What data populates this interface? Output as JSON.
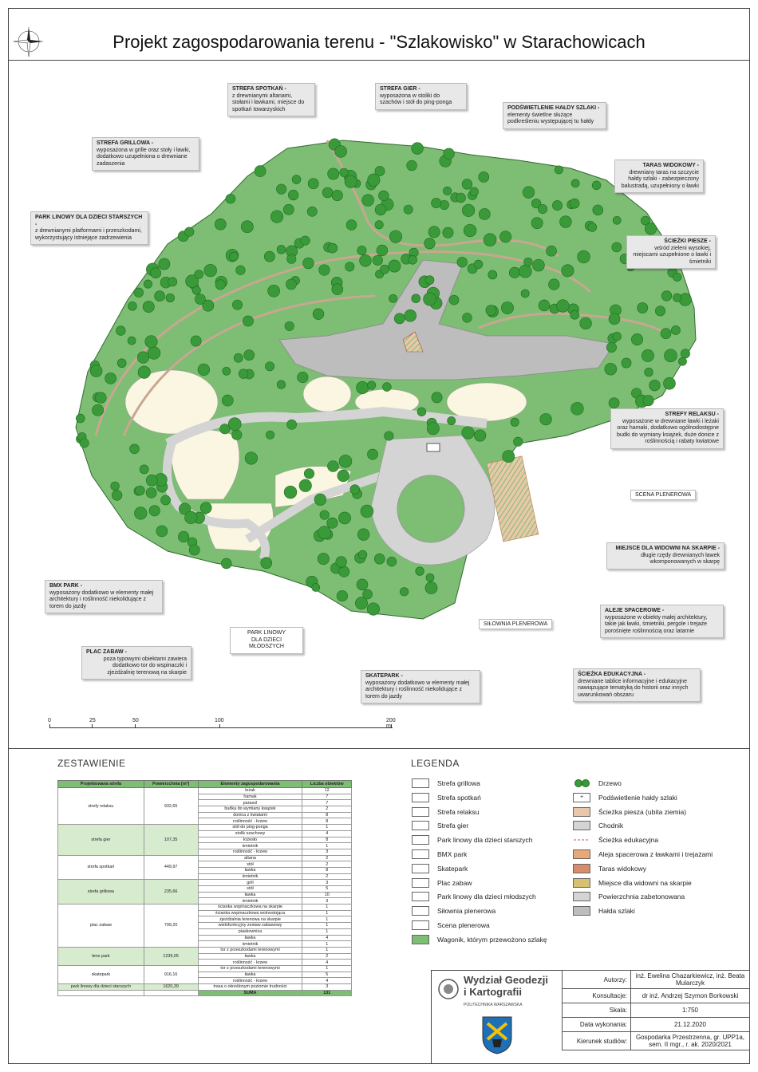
{
  "title": "Projekt zagospodarowania terenu - \"Szlakowisko\" w Starachowicach",
  "colors": {
    "green": "#7ebd74",
    "tree": "#3a9a3a",
    "tree_dark": "#1f6b1f",
    "cream": "#fbf6e2",
    "concrete": "#c8c8c8",
    "halda": "#bdbdbd",
    "path_red": "#d98c6b"
  },
  "callouts": [
    {
      "id": "strefa-spotkan",
      "title": "STREFA SPOTKAŃ -",
      "text": "z drewnianymi altanami, stołami i ławkami, miejsce do spotkań towarzyskich"
    },
    {
      "id": "strefa-gier",
      "title": "STREFA GIER -",
      "text": "wyposażona w stoliki do szachów i stół do ping-ponga"
    },
    {
      "id": "podswietlenie",
      "title": "PODŚWIETLENIE HAŁDY SZLAKI -",
      "text": "elementy świetlne służące podkreśleniu występującej tu hałdy"
    },
    {
      "id": "strefa-grillowa",
      "title": "STREFA GRILLOWA -",
      "text": "wyposażona w grille oraz stoły i ławki, dodatkowo uzupełniona o drewniane zadaszenia"
    },
    {
      "id": "taras",
      "title": "TARAS WIDOKOWY -",
      "text": "drewniany taras na szczycie hałdy szlaki - zabezpieczony balustradą, uzupełniony o ławki"
    },
    {
      "id": "park-linowy-starszych",
      "title": "PARK LINOWY DLA DZIECI STARSZYCH -",
      "text": "z drewnianymi platformami i przeszkodami, wykorzystujący istniejące zadrzewienia"
    },
    {
      "id": "sciezki-piesze",
      "title": "ŚCIEŻKI PIESZE -",
      "text": "wśród zieleni wysokiej, miejscami uzupełnione o ławki i śmietniki"
    },
    {
      "id": "strefy-relaksu",
      "title": "STREFY RELAKSU -",
      "text": "wyposażone w drewniane ławki i leżaki oraz hamaki, dodatkowo ogólnodostępne budki do wymiany książek, duże donice z roślinnością i rabaty kwiatowe"
    },
    {
      "id": "miejsce-widowni",
      "title": "MIEJSCE DLA WIDOWNI NA SKARPIE -",
      "text": "długie rzędy drewnianych ławek wkomponowanych w skarpę"
    },
    {
      "id": "bmx",
      "title": "BMX PARK -",
      "text": "wyposażony dodatkowo w elementy małej architektury i roślinność niekolidujące z torem do jazdy"
    },
    {
      "id": "aleje",
      "title": "ALEJE SPACEROWE -",
      "text": "wyposażone w obiekty małej architektury, takie jak ławki, śmietniki, pergole i trejaże porośnięte roślinnością oraz latarnie"
    },
    {
      "id": "plac-zabaw",
      "title": "PLAC ZABAW -",
      "text": "poza typowymi obiektami zawiera dodatkowo tor do wspinaczki i zjeżdżalnię terenową na skarpie"
    },
    {
      "id": "sciezka-edu",
      "title": "ŚCIEŻKA EDUKACYJNA -",
      "text": "drewniane tablice informacyjne i edukacyjne nawiązujące tematyką do historii oraz innych uwarunkowań obszaru"
    },
    {
      "id": "skatepark",
      "title": "SKATEPARK -",
      "text": "wyposażony dodatkowo w elementy małej architektury i roślinność niekolidujące z torem do jazdy"
    }
  ],
  "plain_labels": {
    "scena": "SCENA PLENEROWA",
    "silownia": "SIŁOWNIA PLENEROWA",
    "park_mlodszych_1": "PARK LINOWY",
    "park_mlodszych_2": "DLA DZIECI MŁODSZYCH"
  },
  "scale": {
    "ticks": [
      "0",
      "25",
      "50",
      "100",
      "200 m"
    ]
  },
  "zestawienie": {
    "title": "ZESTAWIENIE",
    "headers": [
      "Projektowana strefa",
      "Powierzchnia [m²]",
      "Elementy zagospodarowania",
      "Liczba obiektów"
    ],
    "zones": [
      {
        "name": "strefy relaksu",
        "area": "932,65",
        "green": false,
        "items": [
          [
            "leżak",
            "12"
          ],
          [
            "hamak",
            "7"
          ],
          [
            "parasol",
            "7"
          ],
          [
            "budka do wymiany książek",
            "2"
          ],
          [
            "donica z kwiatami",
            "8"
          ],
          [
            "roślinność - krzew",
            "8"
          ]
        ]
      },
      {
        "name": "strefa gier",
        "area": "107,35",
        "green": true,
        "items": [
          [
            "stół do ping-ponga",
            "1"
          ],
          [
            "stolik szachowy",
            "4"
          ],
          [
            "krzesło",
            "8"
          ],
          [
            "śmietnik",
            "1"
          ],
          [
            "roślinność - krzew",
            "3"
          ]
        ]
      },
      {
        "name": "strefa spotkań",
        "area": "449,97",
        "green": false,
        "items": [
          [
            "altana",
            "2"
          ],
          [
            "stół",
            "2"
          ],
          [
            "ławka",
            "8"
          ],
          [
            "śmietnik",
            "2"
          ]
        ]
      },
      {
        "name": "strefa grillowa",
        "area": "235,66",
        "green": true,
        "items": [
          [
            "grill",
            "3"
          ],
          [
            "stół",
            "5"
          ],
          [
            "ławka",
            "10"
          ],
          [
            "śmietnik",
            "3"
          ]
        ]
      },
      {
        "name": "plac zabaw",
        "area": "799,20",
        "green": false,
        "items": [
          [
            "ścianka wspinaczkowa na skarpie",
            "1"
          ],
          [
            "ścianka wspinaczkowa wolnostojąca",
            "1"
          ],
          [
            "zjeżdżalnia terenowa na skarpie",
            "1"
          ],
          [
            "wielofunkcyjny zestaw zabawowy",
            "1"
          ],
          [
            "piaskownica",
            "1"
          ],
          [
            "ławka",
            "4"
          ],
          [
            "śmietnik",
            "1"
          ]
        ]
      },
      {
        "name": "bmx park",
        "area": "1239,05",
        "green": true,
        "items": [
          [
            "tor z przeszkodami terenowymi",
            "1"
          ],
          [
            "ławka",
            "2"
          ],
          [
            "roślinność - krzew",
            "4"
          ]
        ]
      },
      {
        "name": "skatepark",
        "area": "916,16",
        "green": false,
        "items": [
          [
            "tor z przeszkodami terenowymi",
            "1"
          ],
          [
            "ławka",
            "5"
          ],
          [
            "roślinność - krzew",
            "4"
          ]
        ]
      },
      {
        "name": "park linowy dla dzieci starszych",
        "area": "1620,39",
        "green": true,
        "items": [
          [
            "trasa o określonym poziomie trudności",
            "3"
          ]
        ]
      }
    ],
    "sum_label": "SUMA",
    "sum_value": "131"
  },
  "legenda": {
    "title": "LEGENDA",
    "left": [
      {
        "icon": "grill-icon",
        "label": "Strefa grillowa"
      },
      {
        "icon": "gazebo-icon",
        "label": "Strefa spotkań"
      },
      {
        "icon": "hammock-icon",
        "label": "Strefa relaksu"
      },
      {
        "icon": "chess-icon",
        "label": "Strefa gier"
      },
      {
        "icon": "rope-park-icon",
        "label": "Park linowy dla dzieci starszych"
      },
      {
        "icon": "bike-icon",
        "label": "BMX park"
      },
      {
        "icon": "skate-icon",
        "label": "Skatepark"
      },
      {
        "icon": "playground-icon",
        "label": "Plac zabaw"
      },
      {
        "icon": "rope-small-icon",
        "label": "Park linowy dla dzieci młodszych"
      },
      {
        "icon": "gym-icon",
        "label": "Siłownia plenerowa"
      },
      {
        "icon": "stage-icon",
        "label": "Scena plenerowa"
      },
      {
        "icon": "wagon-icon",
        "label": "Wagonik, którym przewożono szlakę"
      }
    ],
    "right": [
      {
        "icon": "tree-icon",
        "label": "Drzewo"
      },
      {
        "icon": "light-icon",
        "label": "Podświetlenie hałdy szlaki"
      },
      {
        "icon": "footpath-icon",
        "label": "Ścieżka piesza (ubita ziemia)"
      },
      {
        "icon": "sidewalk-icon",
        "label": "Chodnik"
      },
      {
        "icon": "edu-path-icon",
        "label": "Ścieżka edukacyjna"
      },
      {
        "icon": "alley-icon",
        "label": "Aleja spacerowa z ławkami i trejażami"
      },
      {
        "icon": "terrace-icon",
        "label": "Taras widokowy"
      },
      {
        "icon": "audience-icon",
        "label": "Miejsce dla widowni na skarpie"
      },
      {
        "icon": "concrete-icon",
        "label": "Powierzchnia zabetonowana"
      },
      {
        "icon": "slag-icon",
        "label": "Hałda szlaki"
      }
    ]
  },
  "logo": {
    "line1": "Wydział Geodezji",
    "line2": "i Kartografii",
    "sub": "POLITECHNIKA WARSZAWSKA"
  },
  "info": [
    {
      "k": "Autorzy:",
      "v": "inż. Ewelina Chazarkiewicz, inż. Beata Mularczyk"
    },
    {
      "k": "Konsultacje:",
      "v": "dr inż. Andrzej Szymon Borkowski"
    },
    {
      "k": "Skala:",
      "v": "1:750"
    },
    {
      "k": "Data wykonania:",
      "v": "21.12.2020"
    },
    {
      "k": "Kierunek studiów:",
      "v": "Gospodarka Przestrzenna, gr. UPP1a, sem. II mgr., r. ak. 2020/2021"
    }
  ]
}
